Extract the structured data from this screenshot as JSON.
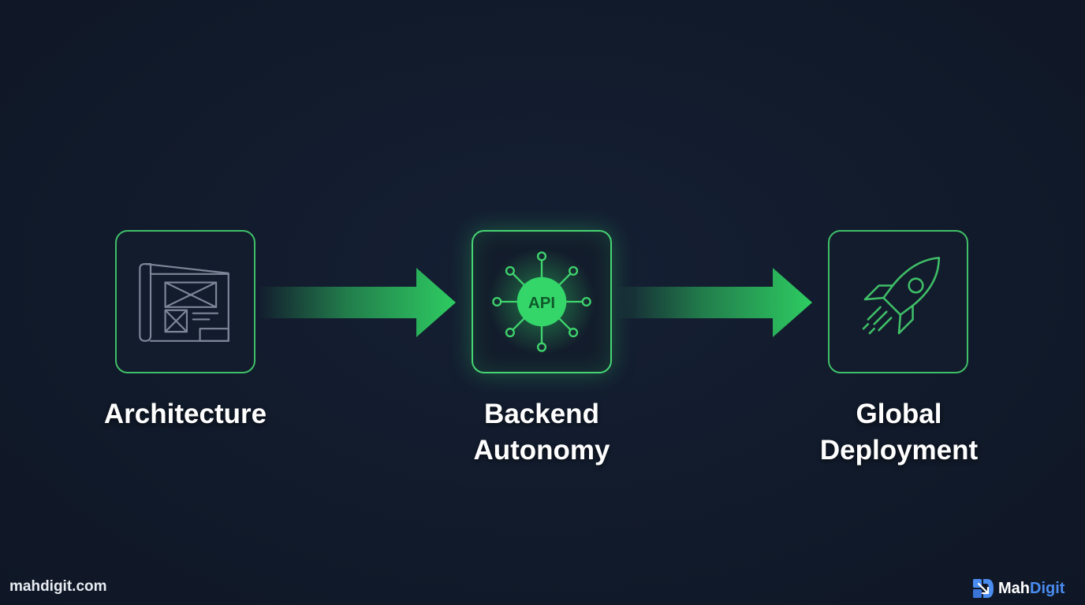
{
  "diagram": {
    "steps": [
      {
        "id": "architecture",
        "label": "Architecture",
        "icon": "blueprint-icon"
      },
      {
        "id": "backend",
        "label": "Backend\nAutonomy",
        "icon": "api-network-icon",
        "icon_text": "API"
      },
      {
        "id": "deployment",
        "label": "Global\nDeployment",
        "icon": "rocket-icon"
      }
    ],
    "connectors": [
      "arrow-right",
      "arrow-right"
    ]
  },
  "footer": {
    "url": "mahdigit.com",
    "brand_name_part1": "Mah",
    "brand_name_part2": "Digit"
  },
  "colors": {
    "background": "#121a2b",
    "accent_green": "#3fbf68",
    "glow_green": "#2ecc62",
    "brand_blue": "#4a8cf0",
    "text": "#ffffff"
  }
}
